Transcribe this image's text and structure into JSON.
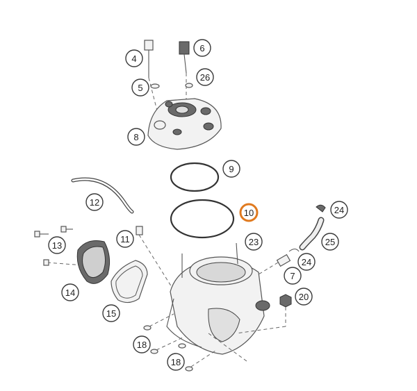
{
  "diagram": {
    "callouts": [
      {
        "id": "c4",
        "label": "4"
      },
      {
        "id": "c6",
        "label": "6"
      },
      {
        "id": "c5",
        "label": "5"
      },
      {
        "id": "c26",
        "label": "26"
      },
      {
        "id": "c8",
        "label": "8"
      },
      {
        "id": "c9",
        "label": "9"
      },
      {
        "id": "c10",
        "label": "10",
        "highlighted": true
      },
      {
        "id": "c12",
        "label": "12"
      },
      {
        "id": "c24a",
        "label": "24"
      },
      {
        "id": "c25",
        "label": "25"
      },
      {
        "id": "c11",
        "label": "11"
      },
      {
        "id": "c13",
        "label": "13"
      },
      {
        "id": "c23",
        "label": "23"
      },
      {
        "id": "c24b",
        "label": "24"
      },
      {
        "id": "c7",
        "label": "7"
      },
      {
        "id": "c14",
        "label": "14"
      },
      {
        "id": "c20",
        "label": "20"
      },
      {
        "id": "c15",
        "label": "15"
      },
      {
        "id": "c18a",
        "label": "18"
      },
      {
        "id": "c18b",
        "label": "18"
      }
    ],
    "highlight_color": "#e07a1f"
  }
}
